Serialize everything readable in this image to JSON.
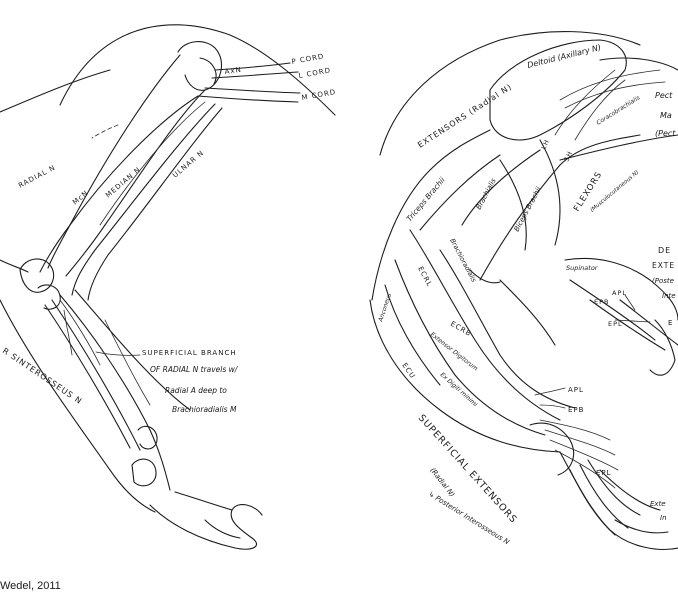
{
  "credit": "Wedel, 2011",
  "left_panel": {
    "labels": {
      "axn": "AxN",
      "p_cord": "P CORD",
      "l_cord": "L CORD",
      "m_cord": "M CORD",
      "radial_n": "RADIAL N",
      "mcn": "McN",
      "median_n": "MEDIAN N",
      "ulnar_n": "ULNAR N",
      "superficial_branch_1": "SUPERFICIAL BRANCH",
      "superficial_branch_2": "OF RADIAL N travels w/",
      "superficial_branch_3": "Radial A deep to",
      "superficial_branch_4": "Brachioradialis M",
      "posterior_interosseous": "R SINTEROSSEUS N"
    }
  },
  "right_panel": {
    "labels": {
      "extensors_radial": "EXTENSORS (Radial N)",
      "deltoid": "Deltoid (Axillary N)",
      "pect_1": "Pect",
      "pect_2": "Ma",
      "pect_3": "(Pect",
      "coracobrachialis": "Coracobrachialis",
      "lh": "LH",
      "sh": "SH",
      "flexors": "FLEXORS",
      "flexors_nerve": "(Musculocutaneous N)",
      "triceps": "Triceps Brachii",
      "brachialis": "Brachialis",
      "biceps": "Biceps Brachii",
      "brachioradialis": "Brachioradialis",
      "ecrl": "ECRL",
      "anconeus": "Anconeus",
      "ecrb": "ECRB",
      "ext_digitorum": "Extensor Digitorum",
      "ecu": "ECU",
      "ext_digiti_minimi": "Ex Digiti minimi",
      "apl": "APL",
      "epb": "EPB",
      "epl": "EPL",
      "supinator": "Supinator",
      "apl_inner": "APL",
      "epb_inner": "EPB",
      "epl_inner": "EPL",
      "deep_1": "DE",
      "deep_2": "EXTE",
      "deep_3": "(Poste",
      "deep_4": "Inte",
      "e_label": "E",
      "ext_ind_1": "Exte",
      "ext_ind_2": "In",
      "superficial_extensors": "SUPERFICIAL EXTENSORS",
      "superficial_extensors_nerve": "(Radial N)",
      "posterior_interosseous": "↳ Posterior Interosseous N"
    }
  }
}
